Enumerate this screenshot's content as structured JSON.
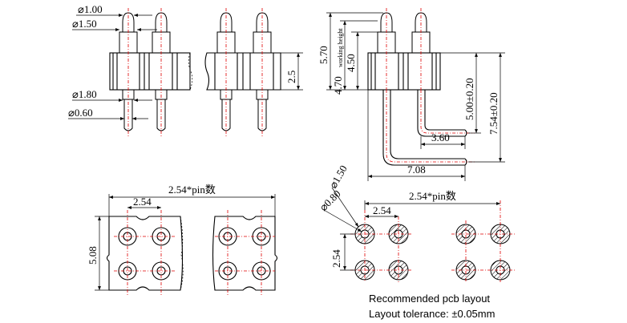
{
  "labels": {
    "dia_tip": "⌀1.00",
    "dia_plunger": "⌀1.50",
    "dia_barrel": "⌀1.80",
    "dia_tail": "⌀0.60",
    "body_height": "2.5",
    "total_height": "5.70",
    "working_height": "4.70",
    "working_height_note": "working height",
    "body_top_height": "4.50",
    "bend_height_1": "5.00±0.20",
    "bend_height_2": "7.54±0.20",
    "tail_len_1": "3.60",
    "tail_len_2": "7.08",
    "footprint_pitch_total": "2.54*pin数",
    "footprint_pitch": "2.54",
    "footprint_row": "5.08",
    "pcb_pitch_total": "2.54*pin数",
    "pcb_pitch": "2.54",
    "pcb_row": "2.54",
    "pcb_pad": "⌀1.50",
    "pcb_hole": "⌀0.80",
    "pcb_note_1": "Recommended pcb layout",
    "pcb_note_2": "Layout tolerance: ±0.05mm"
  },
  "colors": {
    "outline": "#000000",
    "centerline": "#e00000",
    "background": "#ffffff"
  }
}
